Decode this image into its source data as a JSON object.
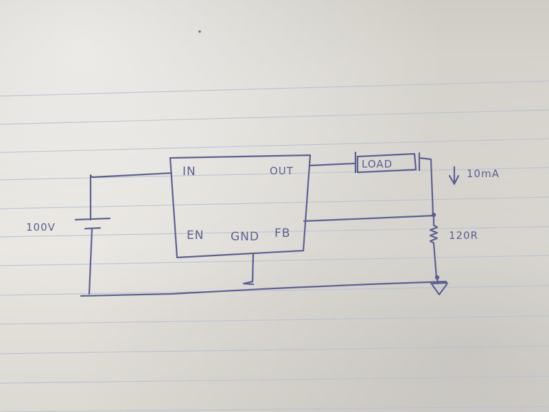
{
  "regulator": {
    "pin_in": "IN",
    "pin_out": "OUT",
    "pin_en": "EN",
    "pin_gnd": "GND",
    "pin_fb": "FB"
  },
  "source": {
    "voltage": "100V"
  },
  "load": {
    "label": "LOAD",
    "current": "10mA"
  },
  "resistor": {
    "value": "120R"
  },
  "colors": {
    "ink": "#5b5f93",
    "paper": "#e3e0da",
    "rule": "#b9c3d4"
  }
}
